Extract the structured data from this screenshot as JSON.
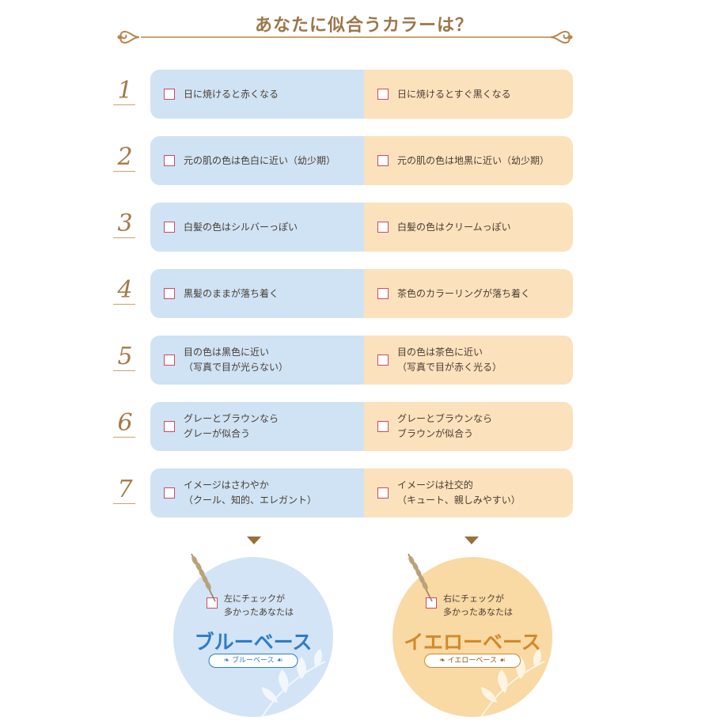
{
  "title": "あなたに似合うカラーは？",
  "rows": [
    {
      "num": "1",
      "left": "日に焼けると赤くなる",
      "right": "日に焼けるとすぐ黒くなる"
    },
    {
      "num": "2",
      "left": "元の肌の色は色白に近い（幼少期）",
      "right": "元の肌の色は地黒に近い（幼少期）"
    },
    {
      "num": "3",
      "left": "白髪の色はシルバーっぽい",
      "right": "白髪の色はクリームっぽい"
    },
    {
      "num": "4",
      "left": "黒髪のままが落ち着く",
      "right": "茶色のカラーリングが落ち着く"
    },
    {
      "num": "5",
      "left": "目の色は黒色に近い\n（写真で目が光らない）",
      "right": "目の色は茶色に近い\n（写真で目が赤く光る）"
    },
    {
      "num": "6",
      "left": "グレーとブラウンなら\nグレーが似合う",
      "right": "グレーとブラウンなら\nブラウンが似合う"
    },
    {
      "num": "7",
      "left": "イメージはさわやか\n（クール、知的、エレガント）",
      "right": "イメージは社交的\n（キュート、親しみやすい）"
    }
  ],
  "results": {
    "blue": {
      "condition": "左にチェックが\n多かったあなたは",
      "label": "ブルーベース",
      "tag": "ブルーベース",
      "color": "#2e7cc4"
    },
    "yellow": {
      "condition": "右にチェックが\n多かったあなたは",
      "label": "イエローベース",
      "tag": "イエローベース",
      "color": "#d1892b"
    }
  },
  "colors": {
    "left_panel": "#cfe3f4",
    "right_panel": "#fbe2bd",
    "checkbox_border": "#d0485e",
    "accent_gold": "#9c7648"
  },
  "icons": [
    "flourish-left-icon",
    "flourish-right-icon",
    "checkbox-icon",
    "down-arrow-icon",
    "wheat-icon",
    "leaf-decoration-icon",
    "tag-ornament-icon"
  ]
}
